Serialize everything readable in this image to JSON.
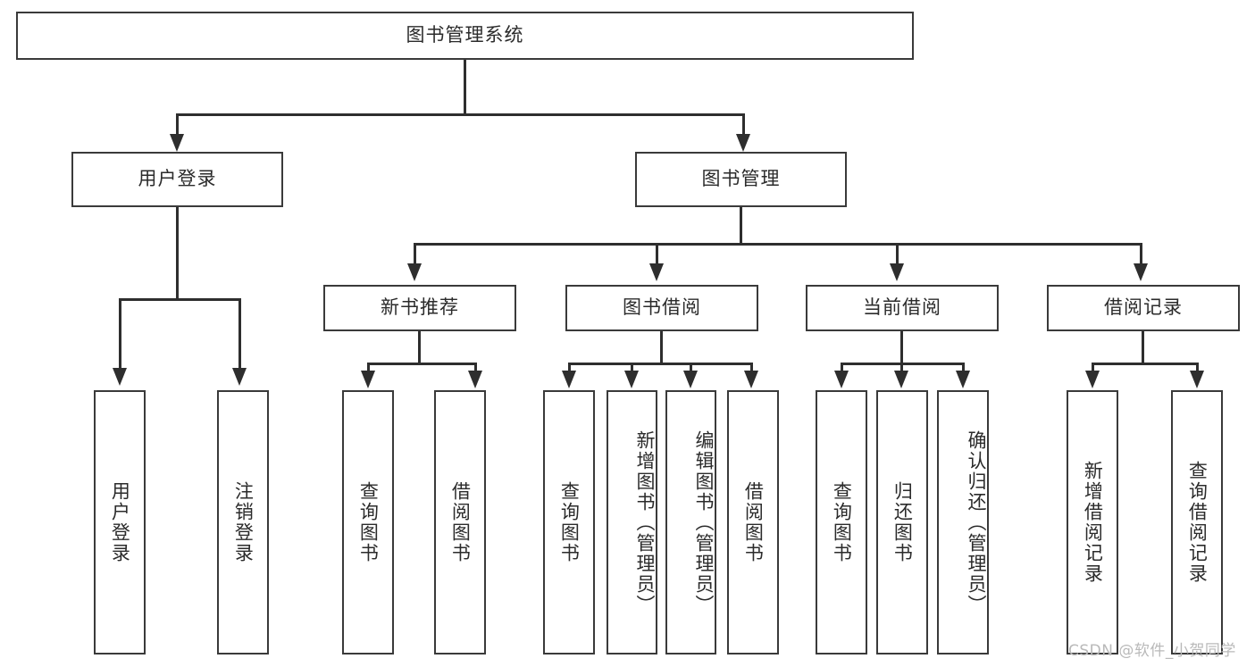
{
  "diagram": {
    "type": "tree-hierarchy",
    "title": "图书管理系统",
    "root": {
      "label": "图书管理系统"
    },
    "level2": [
      {
        "label": "用户登录"
      },
      {
        "label": "图书管理"
      }
    ],
    "level3": [
      {
        "label": "新书推荐"
      },
      {
        "label": "图书借阅"
      },
      {
        "label": "当前借阅"
      },
      {
        "label": "借阅记录"
      }
    ],
    "leaves": {
      "user_login": [
        {
          "label": "用户登录"
        },
        {
          "label": "注销登录"
        }
      ],
      "new_book_recommend": [
        {
          "label": "查询图书"
        },
        {
          "label": "借阅图书"
        }
      ],
      "book_borrow": [
        {
          "label": "查询图书"
        },
        {
          "label": "新增图书（管理员）"
        },
        {
          "label": "编辑图书（管理员）"
        },
        {
          "label": "借阅图书"
        }
      ],
      "current_borrow": [
        {
          "label": "查询图书"
        },
        {
          "label": "归还图书"
        },
        {
          "label": "确认归还（管理员）"
        }
      ],
      "borrow_record": [
        {
          "label": "新增借阅记录"
        },
        {
          "label": "查询借阅记录"
        }
      ]
    }
  },
  "watermark": {
    "text": "CSDN @软件_小贺同学"
  },
  "colors": {
    "box_border": "#3a3a3a",
    "line": "#2e2e2e",
    "text": "#2b2b2b",
    "background": "#ffffff",
    "watermark": "#b9b9b9"
  }
}
